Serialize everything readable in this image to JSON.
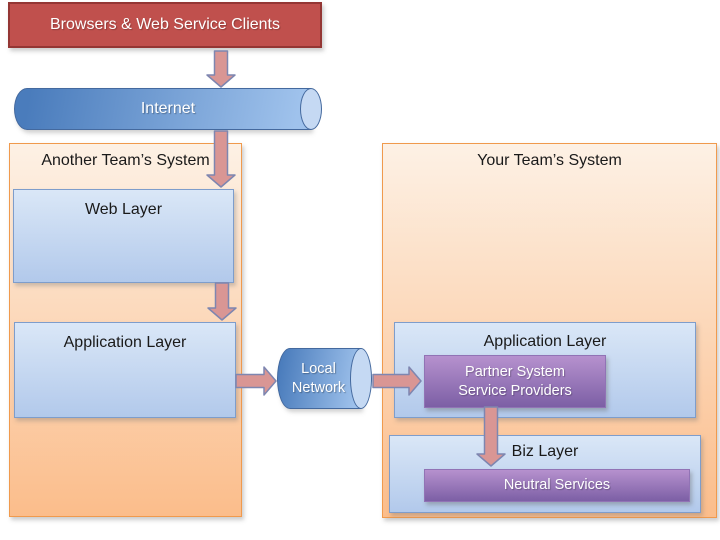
{
  "colors": {
    "red_fill": "#C0504D",
    "red_border": "#943634",
    "orange_top": "#FDF1E5",
    "orange_bottom": "#FBBD8B",
    "orange_border": "#F09A4D",
    "blue_top": "#DAE7F7",
    "blue_bottom": "#B2C9EB",
    "blue_border": "#7E9DCB",
    "purple_top": "#B691CE",
    "purple_bottom": "#7C5FA5",
    "purple_border": "#9173B5",
    "cyl_dark": "#4A7CBC",
    "cyl_light": "#9FC2EC",
    "cyl_cap": "#C5D9F3",
    "cyl_border": "#44699E",
    "arrow_fill": "#D99694",
    "arrow_stroke": "#7E86B0",
    "text_dark": "#1A1A1A",
    "text_light": "#FFFFFF"
  },
  "clients_box": {
    "label": "Browsers & Web Service Clients"
  },
  "internet": {
    "label": "Internet"
  },
  "local_network": {
    "label": "Local Network"
  },
  "left_system": {
    "title": "Another Team’s System",
    "web_layer": {
      "label": "Web Layer"
    },
    "app_layer": {
      "label": "Application Layer"
    }
  },
  "right_system": {
    "title": "Your Team’s System",
    "app_layer": {
      "label": "Application Layer",
      "partner_services": {
        "line1": "Partner System",
        "line2": "Service Providers"
      }
    },
    "biz_layer": {
      "label": "Biz Layer",
      "neutral_services": {
        "label": "Neutral Services"
      }
    }
  }
}
